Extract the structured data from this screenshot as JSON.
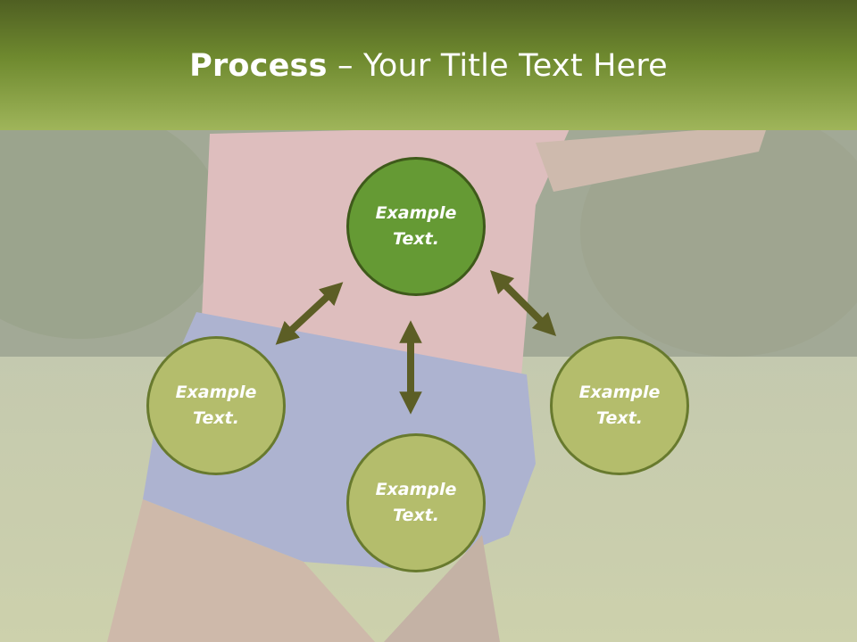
{
  "title": {
    "bold": "Process",
    "rest": " – Your Title Text Here"
  },
  "nodes": {
    "center": "Example Text.",
    "left": "Example Text.",
    "bottom": "Example Text.",
    "right": "Example Text."
  },
  "colors": {
    "header_dark": "#4f5f22",
    "header_light": "#9fb55a",
    "center_fill": "#659a34",
    "outer_fill": "#b4bd6c",
    "arrow": "#5c5e25"
  }
}
